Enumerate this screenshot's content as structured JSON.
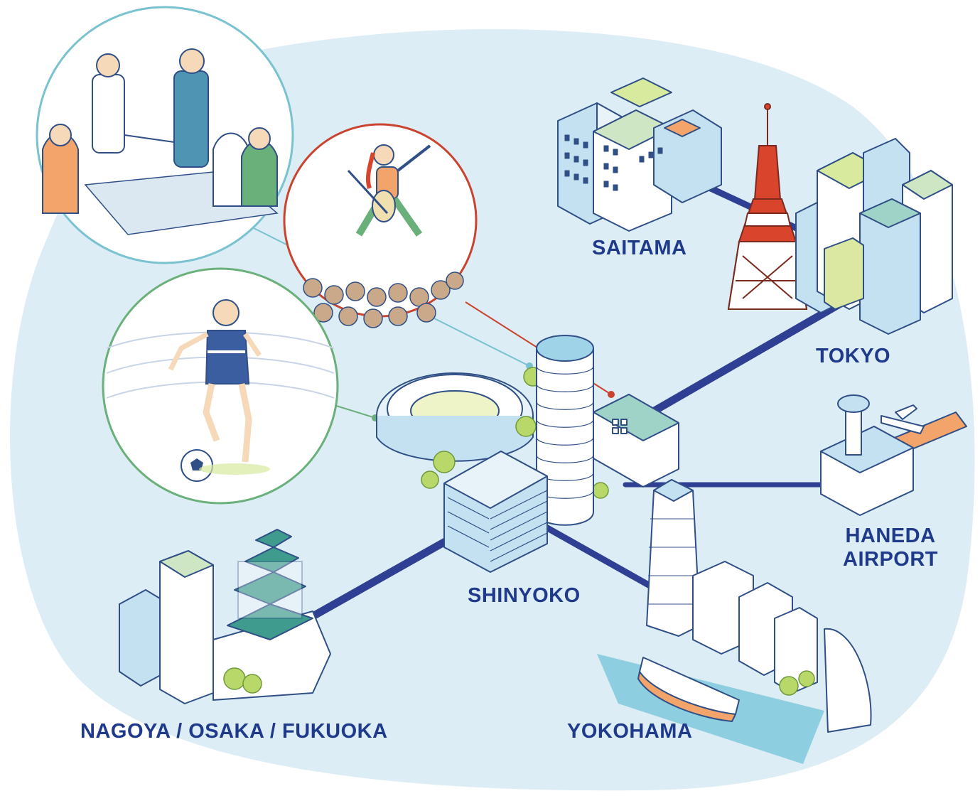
{
  "colors": {
    "background_blob": "#dcedf5",
    "route": "#2f3f93",
    "label": "#1f3a8a",
    "circle_business": "#79c2cf",
    "circle_concert": "#c9432f",
    "circle_soccer": "#6ab07a",
    "building_blue": "#c3e1f0",
    "building_outline": "#2f4f86",
    "tower_red": "#d8452c",
    "castle_green": "#3f9b8e",
    "tree_green": "#b9d86a",
    "water": "#8dcfe0"
  },
  "locations": {
    "saitama": "SAITAMA",
    "tokyo": "TOKYO",
    "haneda_line1": "HANEDA",
    "haneda_line2": "AIRPORT",
    "shinyoko": "SHINYOKO",
    "nagoya": "NAGOYA / OSAKA / FUKUOKA",
    "yokohama": "YOKOHAMA"
  },
  "vignettes": [
    {
      "name": "business-meeting",
      "icon": "handshake-icon"
    },
    {
      "name": "concert",
      "icon": "guitarist-icon"
    },
    {
      "name": "soccer",
      "icon": "soccer-ball-icon"
    }
  ]
}
